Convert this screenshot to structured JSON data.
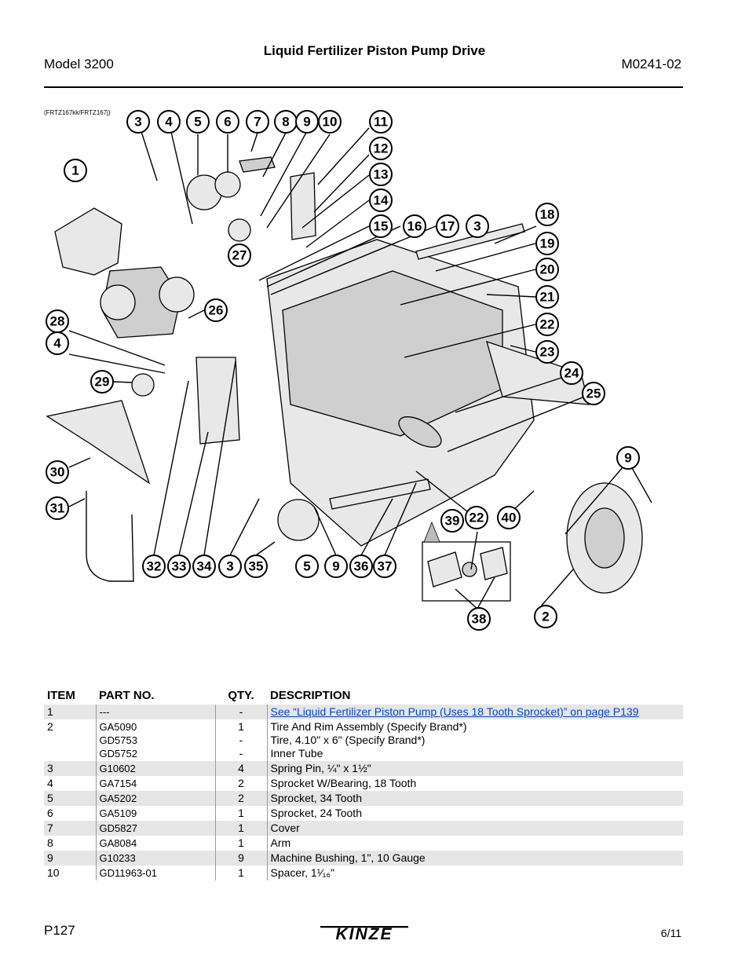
{
  "header": {
    "model": "Model 3200",
    "title": "Liquid Fertilizer Piston Pump Drive",
    "doc_number": "M0241-02"
  },
  "figure": {
    "reference": "(FRTZ167kk/FRTZ167j)",
    "callouts": [
      "1",
      "2",
      "3",
      "4",
      "5",
      "6",
      "7",
      "8",
      "9",
      "10",
      "11",
      "12",
      "13",
      "14",
      "15",
      "16",
      "17",
      "18",
      "19",
      "20",
      "21",
      "22",
      "23",
      "24",
      "25",
      "26",
      "27",
      "28",
      "29",
      "30",
      "31",
      "32",
      "33",
      "34",
      "35",
      "36",
      "37",
      "38",
      "39",
      "40"
    ]
  },
  "table": {
    "headers": {
      "item": "ITEM",
      "part": "PART NO.",
      "qty": "QTY.",
      "desc": "DESCRIPTION"
    },
    "rows": [
      {
        "item": "1",
        "part": [
          "---"
        ],
        "qty": [
          "-"
        ],
        "desc": [
          "See “Liquid Fertilizer Piston Pump (Uses 18 Tooth Sprocket)” on page P139"
        ],
        "link": true
      },
      {
        "item": "2",
        "part": [
          "GA5090",
          "GD5753",
          "GD5752"
        ],
        "qty": [
          "1",
          "-",
          "-"
        ],
        "desc": [
          "Tire And Rim Assembly (Specify Brand*)",
          "Tire, 4.10\" x 6\"  (Specify Brand*)",
          "Inner Tube"
        ]
      },
      {
        "item": "3",
        "part": [
          "G10602"
        ],
        "qty": [
          "4"
        ],
        "desc": [
          "Spring Pin, ¼\" x 1½\""
        ]
      },
      {
        "item": "4",
        "part": [
          "GA7154"
        ],
        "qty": [
          "2"
        ],
        "desc": [
          "Sprocket W/Bearing, 18 Tooth"
        ]
      },
      {
        "item": "5",
        "part": [
          "GA5202"
        ],
        "qty": [
          "2"
        ],
        "desc": [
          "Sprocket, 34 Tooth"
        ]
      },
      {
        "item": "6",
        "part": [
          "GA5109"
        ],
        "qty": [
          "1"
        ],
        "desc": [
          "Sprocket, 24 Tooth"
        ]
      },
      {
        "item": "7",
        "part": [
          "GD5827"
        ],
        "qty": [
          "1"
        ],
        "desc": [
          "Cover"
        ]
      },
      {
        "item": "8",
        "part": [
          "GA8084"
        ],
        "qty": [
          "1"
        ],
        "desc": [
          "Arm"
        ]
      },
      {
        "item": "9",
        "part": [
          "G10233"
        ],
        "qty": [
          "9"
        ],
        "desc": [
          "Machine Bushing, 1\", 10 Gauge"
        ]
      },
      {
        "item": "10",
        "part": [
          "GD11963-01"
        ],
        "qty": [
          "1"
        ],
        "desc": [
          "Spacer, 1¹⁄₁₆\""
        ]
      }
    ]
  },
  "footer": {
    "page": "P127",
    "logo_text": "KINZE",
    "date": "6/11"
  }
}
